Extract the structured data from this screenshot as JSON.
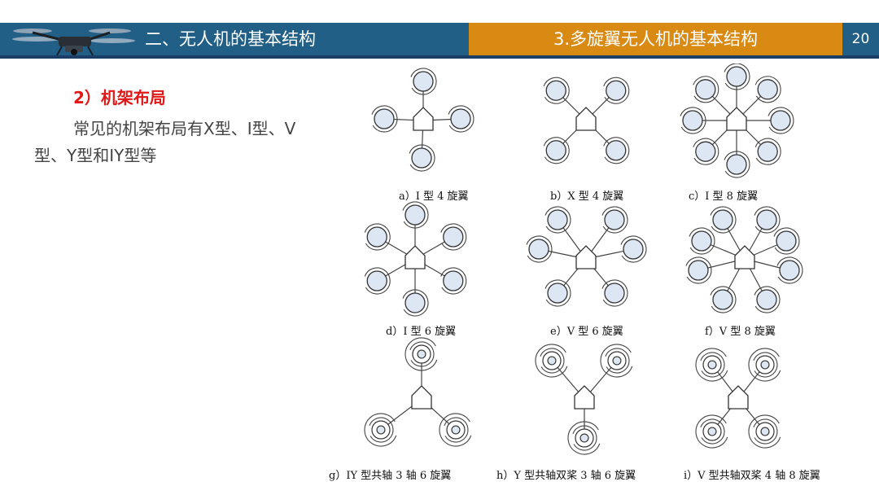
{
  "header": {
    "section_title": "二、无人机的基本结构",
    "sub_title": "3.多旋翼无人机的基本结构",
    "page_number": "20"
  },
  "content": {
    "heading": "2）机架布局",
    "body": "常见的机架布局有X型、I型、V型、Y型和IY型等"
  },
  "captions": {
    "a": "a）I 型 4 旋翼",
    "b": "b）X 型 4 旋翼",
    "c": "c）I 型 8 旋翼",
    "d": "d）I 型 6 旋翼",
    "e": "e）V 型 6 旋翼",
    "f": "f）V 型 8 旋翼",
    "g": "g）IY 型共轴 3 轴 6 旋翼",
    "h": "h）Y 型共轴双桨 3 轴 6 旋翼",
    "i": "i）V 型共轴双桨 4 轴 8 旋翼"
  },
  "colors": {
    "header_bar": "#215f87",
    "tab_orange": "#d98a12",
    "heading_red": "#e01818",
    "rotor_fill": "#dde6f3"
  },
  "icons": [
    "drone-logo-icon"
  ]
}
